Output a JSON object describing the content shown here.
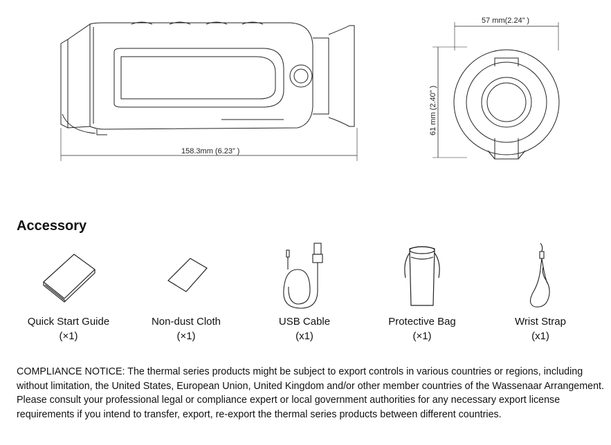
{
  "dimensions": {
    "length": "158.3mm (6.23” )",
    "width": "57 mm(2.24” )",
    "height": "61 mm (2.40” )"
  },
  "accessory": {
    "title": "Accessory",
    "items": [
      {
        "name": "Quick Start Guide",
        "qty": "(×1)",
        "icon": "booklet-icon"
      },
      {
        "name": "Non-dust Cloth",
        "qty": "(×1)",
        "icon": "cloth-icon"
      },
      {
        "name": "USB Cable",
        "qty": "(x1)",
        "icon": "usb-cable-icon"
      },
      {
        "name": "Protective Bag",
        "qty": "(×1)",
        "icon": "bag-icon"
      },
      {
        "name": "Wrist Strap",
        "qty": "(x1)",
        "icon": "wrist-strap-icon"
      }
    ]
  },
  "notice": "COMPLIANCE NOTICE: The thermal series products might be subject to export controls in various countries or regions, including without limitation, the United States, European Union, United Kingdom and/or other member countries of the Wassenaar Arrangement. Please consult your professional legal or compliance expert or local government authorities for any necessary export license requirements if you intend to transfer, export, re-export the thermal series products between different countries."
}
